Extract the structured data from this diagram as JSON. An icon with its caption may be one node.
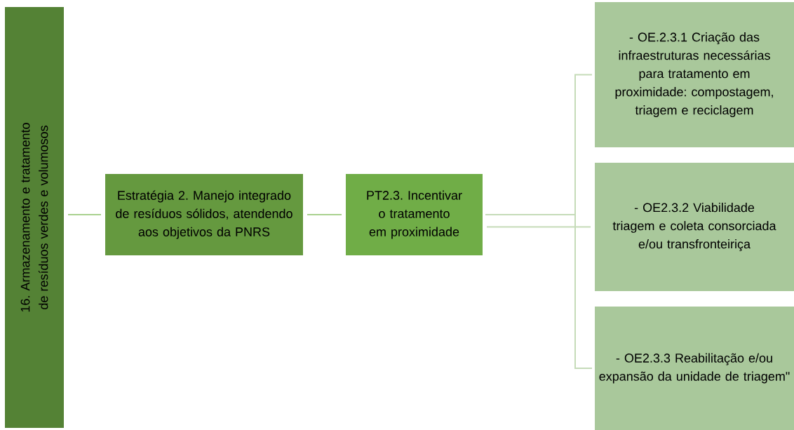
{
  "diagram": {
    "nodes": [
      {
        "text": [
          "16. Armazenamento e tratamento de resíduos verdes e volumosos"
        ]
      },
      {
        "text": [
          "Estratégia 2. Manejo integrado de resíduos sólidos, atendendo aos objetivos da PNRS"
        ]
      },
      {
        "text": [
          "PT2.3. Incentivar o tratamento em proximidade"
        ]
      },
      {
        "text": [
          "- OE.2.3.1 Criação das infraestruturas necessárias para tratamento em proximidade: compostagem, triagem e reciclagem"
        ]
      },
      {
        "text": [
          "- OE2.3.2 Viabilidade triagem e coleta consorciada e/ou transfronteiriça"
        ]
      },
      {
        "text": [
          "- OE2.3.3 Reabilitação e/ou expansão da unidade de triagem\""
        ]
      }
    ],
    "edges": [
      {
        "from": 0,
        "to": 1,
        "arrow": "none",
        "color": "#a9d18e"
      },
      {
        "from": 1,
        "to": 2,
        "arrow": "none",
        "color": "#a9d18e"
      },
      {
        "from": 2,
        "to": 3,
        "arrow": "none"
      },
      {
        "from": 2,
        "to": 4,
        "arrow": "none"
      },
      {
        "from": 2,
        "to": 5,
        "arrow": "none"
      }
    ]
  }
}
